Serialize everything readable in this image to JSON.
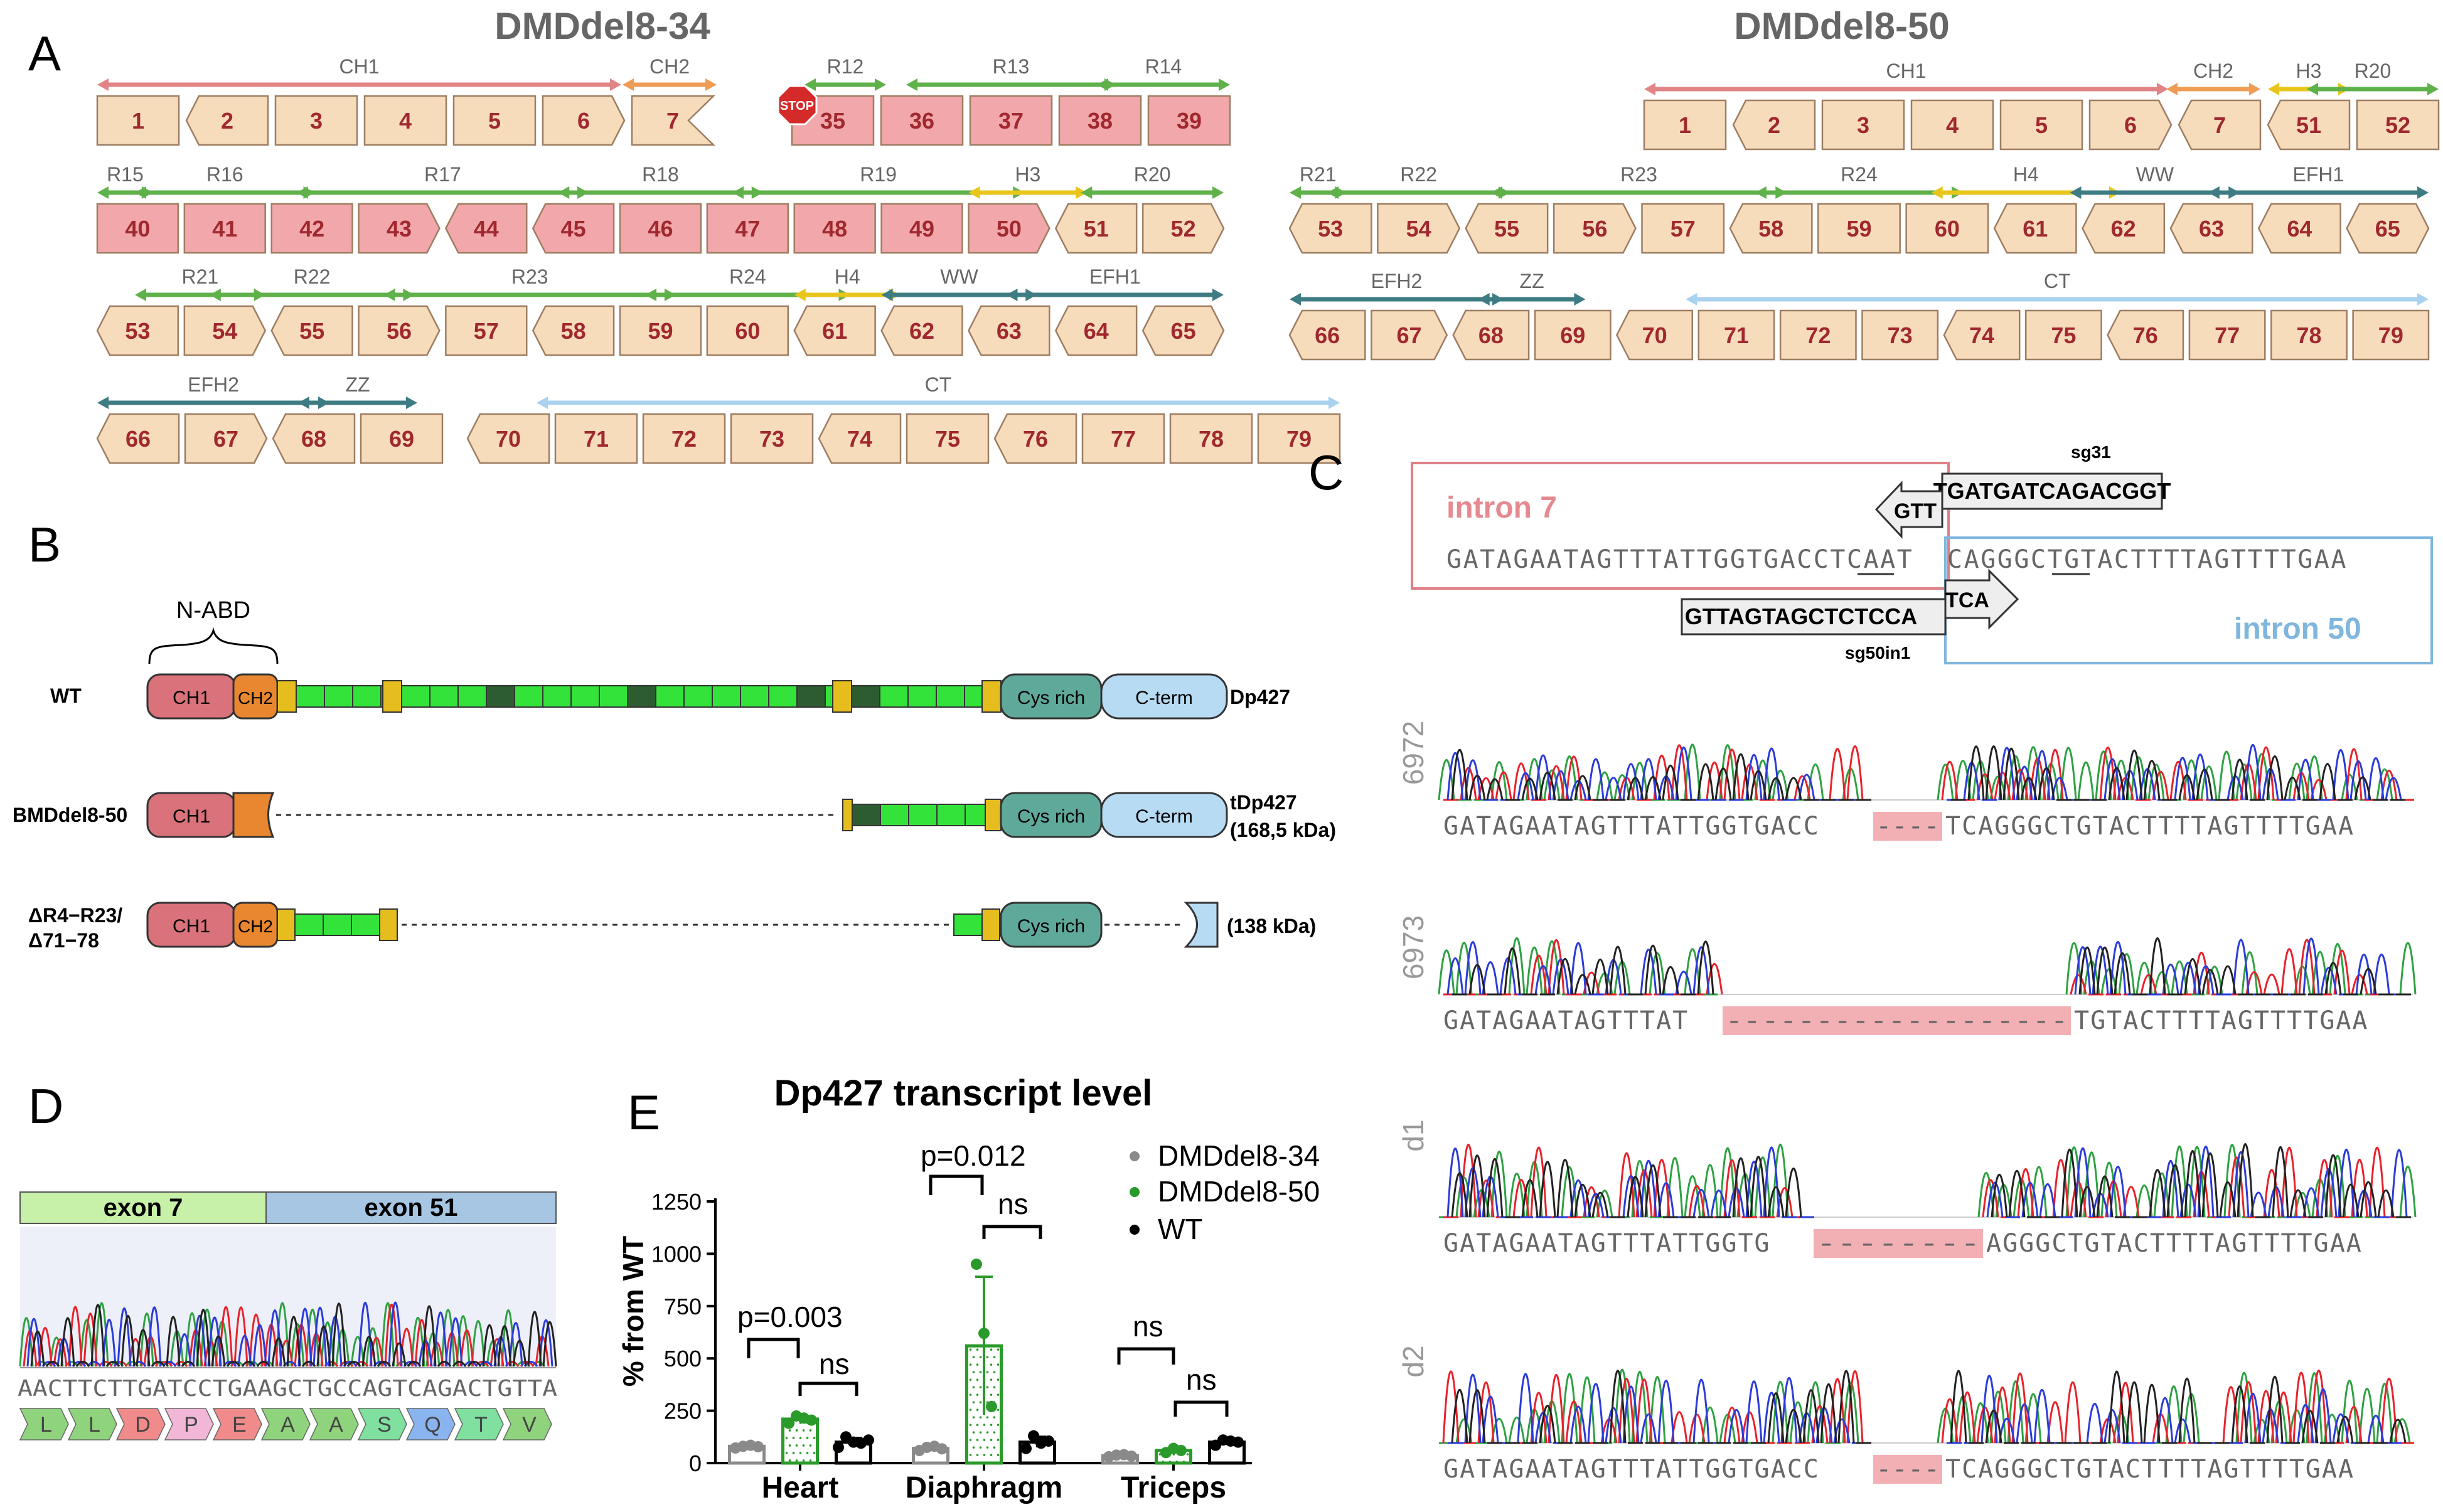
{
  "panel_a": {
    "letter": "A",
    "title_left": "DMDdel8-34",
    "title_right": "DMDdel8-50",
    "stop_label": "STOP",
    "left_rows": [
      {
        "domains": [
          [
            "CH1",
            "ch1"
          ],
          [
            "CH2",
            "ch2"
          ],
          [
            "R12",
            "r"
          ],
          [
            "R13",
            "r"
          ],
          [
            "R14",
            "r"
          ]
        ],
        "exons": [
          [
            "1",
            "l",
            0
          ],
          [
            "2",
            "a",
            0
          ],
          [
            "3",
            "l",
            0
          ],
          [
            "4",
            "l",
            0
          ],
          [
            "5",
            "l",
            0
          ],
          [
            "6",
            "r",
            0
          ],
          [
            "7",
            "n",
            0
          ],
          [
            "35",
            "l",
            1
          ],
          [
            "36",
            "l",
            1
          ],
          [
            "37",
            "l",
            1
          ],
          [
            "38",
            "l",
            1
          ],
          [
            "39",
            "l",
            1
          ]
        ]
      },
      {
        "domains": [
          [
            "R15",
            "r"
          ],
          [
            "R16",
            "r"
          ],
          [
            "R17",
            "r"
          ],
          [
            "R18",
            "r"
          ],
          [
            "R19",
            "r"
          ],
          [
            "H3",
            "h"
          ],
          [
            "R20",
            "r"
          ]
        ],
        "exons": [
          [
            "40",
            "l",
            1
          ],
          [
            "41",
            "l",
            1
          ],
          [
            "42",
            "l",
            1
          ],
          [
            "43",
            "r",
            1
          ],
          [
            "44",
            "a",
            1
          ],
          [
            "45",
            "a",
            1
          ],
          [
            "46",
            "l",
            1
          ],
          [
            "47",
            "l",
            1
          ],
          [
            "48",
            "l",
            1
          ],
          [
            "49",
            "l",
            1
          ],
          [
            "50",
            "r",
            1
          ],
          [
            "51",
            "a",
            0
          ],
          [
            "52",
            "r",
            0
          ]
        ]
      },
      {
        "domains": [
          [
            "R21",
            "r"
          ],
          [
            "R22",
            "r"
          ],
          [
            "R23",
            "r"
          ],
          [
            "R24",
            "r"
          ],
          [
            "H4",
            "h"
          ],
          [
            "WW",
            "t"
          ],
          [
            "EFH1",
            "t"
          ]
        ],
        "exons": [
          [
            "53",
            "a",
            0
          ],
          [
            "54",
            "r",
            0
          ],
          [
            "55",
            "a",
            0
          ],
          [
            "56",
            "r",
            0
          ],
          [
            "57",
            "l",
            0
          ],
          [
            "58",
            "a",
            0
          ],
          [
            "59",
            "l",
            0
          ],
          [
            "60",
            "l",
            0
          ],
          [
            "61",
            "a",
            0
          ],
          [
            "62",
            "a",
            0
          ],
          [
            "63",
            "a",
            0
          ],
          [
            "64",
            "a",
            0
          ],
          [
            "65",
            "c",
            0
          ]
        ]
      },
      {
        "domains": [
          [
            "EFH2",
            "t"
          ],
          [
            "ZZ",
            "t"
          ],
          [
            "CT",
            "ct"
          ]
        ],
        "exons": [
          [
            "66",
            "a",
            0
          ],
          [
            "67",
            "r",
            0
          ],
          [
            "68",
            "a",
            0
          ],
          [
            "69",
            "l",
            0
          ],
          [
            "70",
            "a",
            0
          ],
          [
            "71",
            "l",
            0
          ],
          [
            "72",
            "l",
            0
          ],
          [
            "73",
            "l",
            0
          ],
          [
            "74",
            "a",
            0
          ],
          [
            "75",
            "l",
            0
          ],
          [
            "76",
            "a",
            0
          ],
          [
            "77",
            "l",
            0
          ],
          [
            "78",
            "l",
            0
          ],
          [
            "79",
            "l",
            0
          ]
        ]
      }
    ],
    "right_rows": [
      {
        "domains": [
          [
            "CH1",
            "ch1"
          ],
          [
            "CH2",
            "ch2"
          ],
          [
            "H3",
            "h"
          ],
          [
            "R20",
            "r"
          ]
        ],
        "exons": [
          [
            "1",
            "l",
            0
          ],
          [
            "2",
            "a",
            0
          ],
          [
            "3",
            "l",
            0
          ],
          [
            "4",
            "l",
            0
          ],
          [
            "5",
            "l",
            0
          ],
          [
            "6",
            "r",
            0
          ],
          [
            "7",
            "a",
            0
          ],
          [
            "51",
            "a",
            0
          ],
          [
            "52",
            "l",
            0
          ]
        ]
      },
      {
        "domains": [
          [
            "R21",
            "r"
          ],
          [
            "R22",
            "r"
          ],
          [
            "R23",
            "r"
          ],
          [
            "R24",
            "r"
          ],
          [
            "H4",
            "h"
          ],
          [
            "WW",
            "t"
          ],
          [
            "EFH1",
            "t"
          ]
        ],
        "exons": [
          [
            "53",
            "a",
            0
          ],
          [
            "54",
            "r",
            0
          ],
          [
            "55",
            "a",
            0
          ],
          [
            "56",
            "r",
            0
          ],
          [
            "57",
            "l",
            0
          ],
          [
            "58",
            "a",
            0
          ],
          [
            "59",
            "l",
            0
          ],
          [
            "60",
            "l",
            0
          ],
          [
            "61",
            "a",
            0
          ],
          [
            "62",
            "a",
            0
          ],
          [
            "63",
            "a",
            0
          ],
          [
            "64",
            "a",
            0
          ],
          [
            "65",
            "c",
            0
          ]
        ]
      },
      {
        "domains": [
          [
            "EFH2",
            "t"
          ],
          [
            "ZZ",
            "t"
          ],
          [
            "CT",
            "ct"
          ]
        ],
        "exons": [
          [
            "66",
            "a",
            0
          ],
          [
            "67",
            "r",
            0
          ],
          [
            "68",
            "a",
            0
          ],
          [
            "69",
            "l",
            0
          ],
          [
            "70",
            "a",
            0
          ],
          [
            "71",
            "l",
            0
          ],
          [
            "72",
            "l",
            0
          ],
          [
            "73",
            "l",
            0
          ],
          [
            "74",
            "a",
            0
          ],
          [
            "75",
            "l",
            0
          ],
          [
            "76",
            "a",
            0
          ],
          [
            "77",
            "l",
            0
          ],
          [
            "78",
            "l",
            0
          ],
          [
            "79",
            "l",
            0
          ]
        ]
      }
    ]
  },
  "panel_b": {
    "letter": "B",
    "nabd_label": "N-ABD",
    "rows": [
      {
        "label": "WT",
        "right_label": "Dp427",
        "right_label2": ""
      },
      {
        "label": "BMDdel8-50",
        "right_label": "tDp427",
        "right_label2": "(168,5 kDa)"
      },
      {
        "label": "ΔR4−R23/",
        "label2": "Δ71−78",
        "right_label": "(138 kDa)",
        "right_label2": ""
      }
    ],
    "domain_ch1": "CH1",
    "domain_ch2": "CH2",
    "domain_cys": "Cys rich",
    "domain_cterm": "C-term"
  },
  "panel_c": {
    "letter": "C",
    "intron7_label": "intron 7",
    "intron50_label": "intron 50",
    "sg31_label": "sg31",
    "sg31_seq": "TGATGATCAGACGGT",
    "sg31_pam": "GTT",
    "sg50_label": "sg50in1",
    "sg50_seq": "GTTAGTAGCTCTCCA",
    "sg50_pam": "TCA",
    "ref_seq_left": "GATAGAATAGTTTATTGGTGACCTCAAT",
    "ref_seq_right": "CAGGGCTGTACTTTTAGTTTTGAA",
    "traces": [
      {
        "label": "6972",
        "seq_left": "GATAGAATAGTTTATTGGTGACC",
        "gap": "----",
        "seq_right": "TCAGGGCTGTACTTTTAGTTTTGAA"
      },
      {
        "label": "6973",
        "seq_left": "GATAGAATAGTTTAT",
        "gap": "-------------------",
        "seq_right": "TGTACTTTTAGTTTTGAA"
      },
      {
        "label": "d1",
        "seq_left": "GATAGAATAGTTTATTGGTG",
        "gap": "--------",
        "seq_right": "AGGGCTGTACTTTTAGTTTTGAA"
      },
      {
        "label": "d2",
        "seq_left": "GATAGAATAGTTTATTGGTGACC",
        "gap": "----",
        "seq_right": "TCAGGGCTGTACTTTTAGTTTTGAA"
      }
    ]
  },
  "panel_d": {
    "letter": "D",
    "exon7_label": "exon 7",
    "exon51_label": "exon 51",
    "sequence": "AACTTCTTGATCCTGAAGCTGCCAGTCAGACTGTTA",
    "amino_acids": [
      "L",
      "L",
      "D",
      "P",
      "E",
      "A",
      "A",
      "S",
      "Q",
      "T",
      "V"
    ]
  },
  "panel_e": {
    "letter": "E",
    "stats": [
      {
        "text": "p=0.003"
      },
      {
        "text": "ns"
      },
      {
        "text": "p=0.012"
      },
      {
        "text": "ns"
      },
      {
        "text": "ns"
      },
      {
        "text": "ns"
      }
    ]
  },
  "colors": {
    "exon_fill": "#f7dcbc",
    "exon_deleted": "#f2a8aa",
    "exon_text": "#a0282f",
    "ch1": "#e28486",
    "ch2": "#ef9d55",
    "rod": "#5fb14a",
    "hinge": "#e8c51a",
    "teal": "#3e7c83",
    "ct": "#a9d2ef",
    "trace_a": "#2ea142",
    "trace_c": "#2b3bd9",
    "trace_g": "#222222",
    "trace_t": "#e8222b",
    "gap": "#f2b0b4",
    "del834": "#8a8a8a",
    "del850": "#2a9a2a",
    "wt": "#000000"
  },
  "chart_data": {
    "type": "bar",
    "title": "Dp427 transcript level",
    "ylabel": "% from WT",
    "xlabel": "",
    "categories": [
      "Heart",
      "Diaphragm",
      "Triceps"
    ],
    "ylim": [
      0,
      1250
    ],
    "yticks": [
      0,
      250,
      500,
      750,
      1000,
      1250
    ],
    "legend_position": "top-right",
    "series": [
      {
        "name": "DMDdel8-34",
        "values": [
          80,
          70,
          35
        ],
        "points": [
          [
            72,
            80,
            85,
            78
          ],
          [
            60,
            75,
            80,
            68
          ],
          [
            30,
            38,
            40,
            33
          ]
        ],
        "sd": [
          0,
          0,
          0
        ]
      },
      {
        "name": "DMDdel8-50",
        "values": [
          210,
          560,
          60
        ],
        "points": [
          [
            190,
            225,
            215,
            205
          ],
          [
            950,
            620,
            270
          ],
          [
            50,
            70,
            60
          ]
        ],
        "sd": [
          15,
          330,
          10
        ]
      },
      {
        "name": "WT",
        "values": [
          100,
          100,
          100
        ],
        "points": [
          [
            75,
            125,
            100,
            95,
            110
          ],
          [
            70,
            130,
            95,
            105
          ],
          [
            85,
            110,
            105,
            100
          ]
        ],
        "sd": [
          20,
          25,
          12
        ]
      }
    ]
  }
}
